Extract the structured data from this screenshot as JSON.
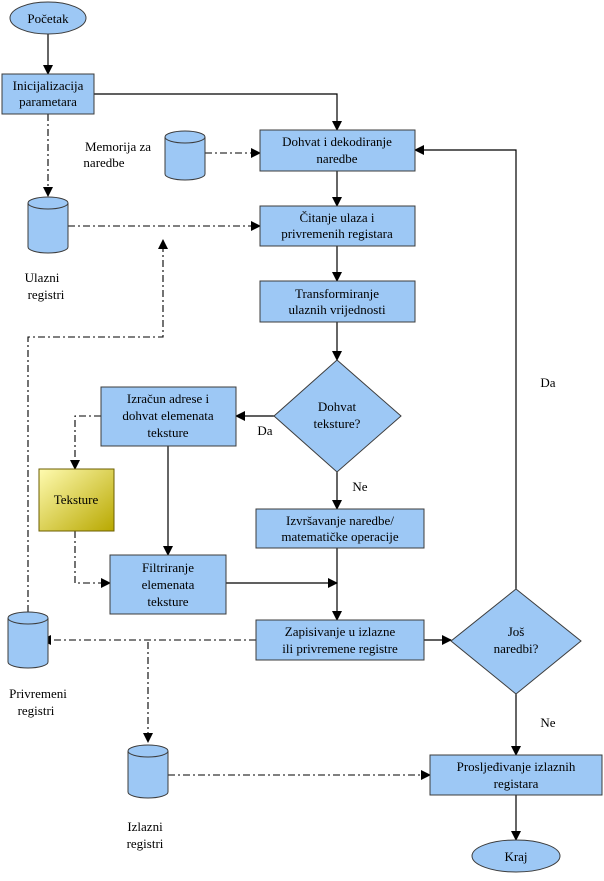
{
  "nodes": {
    "start": "Početak",
    "init": [
      "Inicijalizacija",
      "parametara"
    ],
    "fetch": [
      "Dohvat i dekodiranje",
      "naredbe"
    ],
    "read": [
      "Čitanje ulaza i",
      "privremenih registara"
    ],
    "transform": [
      "Transformiranje",
      "ulaznih vrijednosti"
    ],
    "tex_decision": [
      "Dohvat",
      "teksture?"
    ],
    "addr": [
      "Izračun adrese i",
      "dohvat elemenata",
      "teksture"
    ],
    "textures": "Teksture",
    "execute": [
      "Izvršavanje naredbe/",
      "matematičke operacije"
    ],
    "filter": [
      "Filtriranje",
      "elemenata",
      "teksture"
    ],
    "write": [
      "Zapisivanje u izlazne",
      "ili privremene registre"
    ],
    "more_decision": [
      "Još",
      "naredbi?"
    ],
    "forward": [
      "Prosljeđivanje izlaznih",
      "registara"
    ],
    "end": "Kraj"
  },
  "stores": {
    "instr_mem": [
      "Memorija za",
      "naredbe"
    ],
    "input_regs": [
      "Ulazni",
      "registri"
    ],
    "temp_regs": [
      "Privremeni",
      "registri"
    ],
    "output_regs": [
      "Izlazni",
      "registri"
    ]
  },
  "edge_labels": {
    "tex_yes": "Da",
    "tex_no": "Ne",
    "more_yes": "Da",
    "more_no": "Ne"
  },
  "colors": {
    "node_fill": "#9dc8f5",
    "texture_fill_light": "#fffbb0",
    "texture_fill_dark": "#b8a800"
  }
}
